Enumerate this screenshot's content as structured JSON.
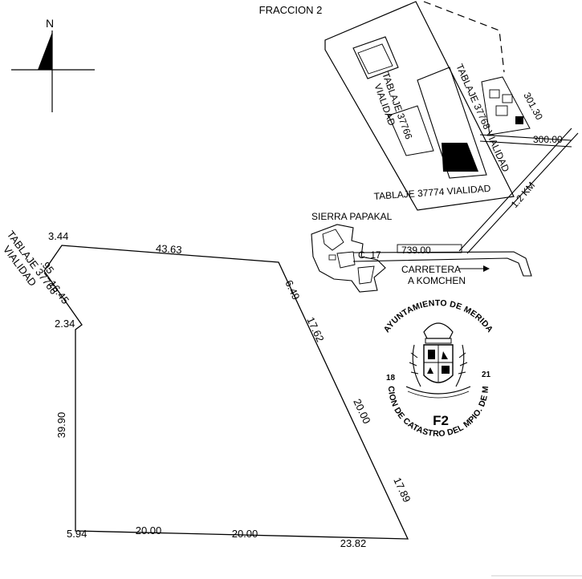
{
  "title": "FRACCION 2",
  "north_label": "N",
  "lot": {
    "side_label": [
      "TABLAJE 37766",
      "VIALIDAD"
    ],
    "dimensions": {
      "top": "43.63",
      "top_left": "3.44",
      "left_diag_a": ".95",
      "left_diag_b": "16.45",
      "left_step": "2.34",
      "left": "39.90",
      "bottom_a": "5.94",
      "bottom_b": "20.00",
      "bottom_c": "20.00",
      "bottom_d": "23.82",
      "right_a": "6.49",
      "right_b": "17.62",
      "right_c": "20.00",
      "right_d": "17.89"
    }
  },
  "location": {
    "tablaje_a": [
      "TABLAJE 37766",
      "VIALIDAD"
    ],
    "tablaje_b": "TABLAJE 37768 VIALIDAD",
    "tablaje_c": "TABLAJE 37774 VIALIDAD",
    "dist_301": "301.30",
    "dist_300": "300.00",
    "dist_km": "1.2 KM",
    "sierra": "SIERRA PAPAKAL",
    "calle": "C. 17",
    "dist_739": "739.00",
    "carretera": [
      "CARRETERA",
      "A KOMCHEN"
    ]
  },
  "seal": {
    "top_text": "AYUNTAMIENTO DE MERIDA",
    "bottom_text": "DIRECCION DE CATASTRO DEL MPIO. DE MERIDA",
    "code": "F2",
    "num_left": "18",
    "num_right": "21"
  },
  "colors": {
    "ink": "#000000",
    "paper": "#ffffff"
  }
}
